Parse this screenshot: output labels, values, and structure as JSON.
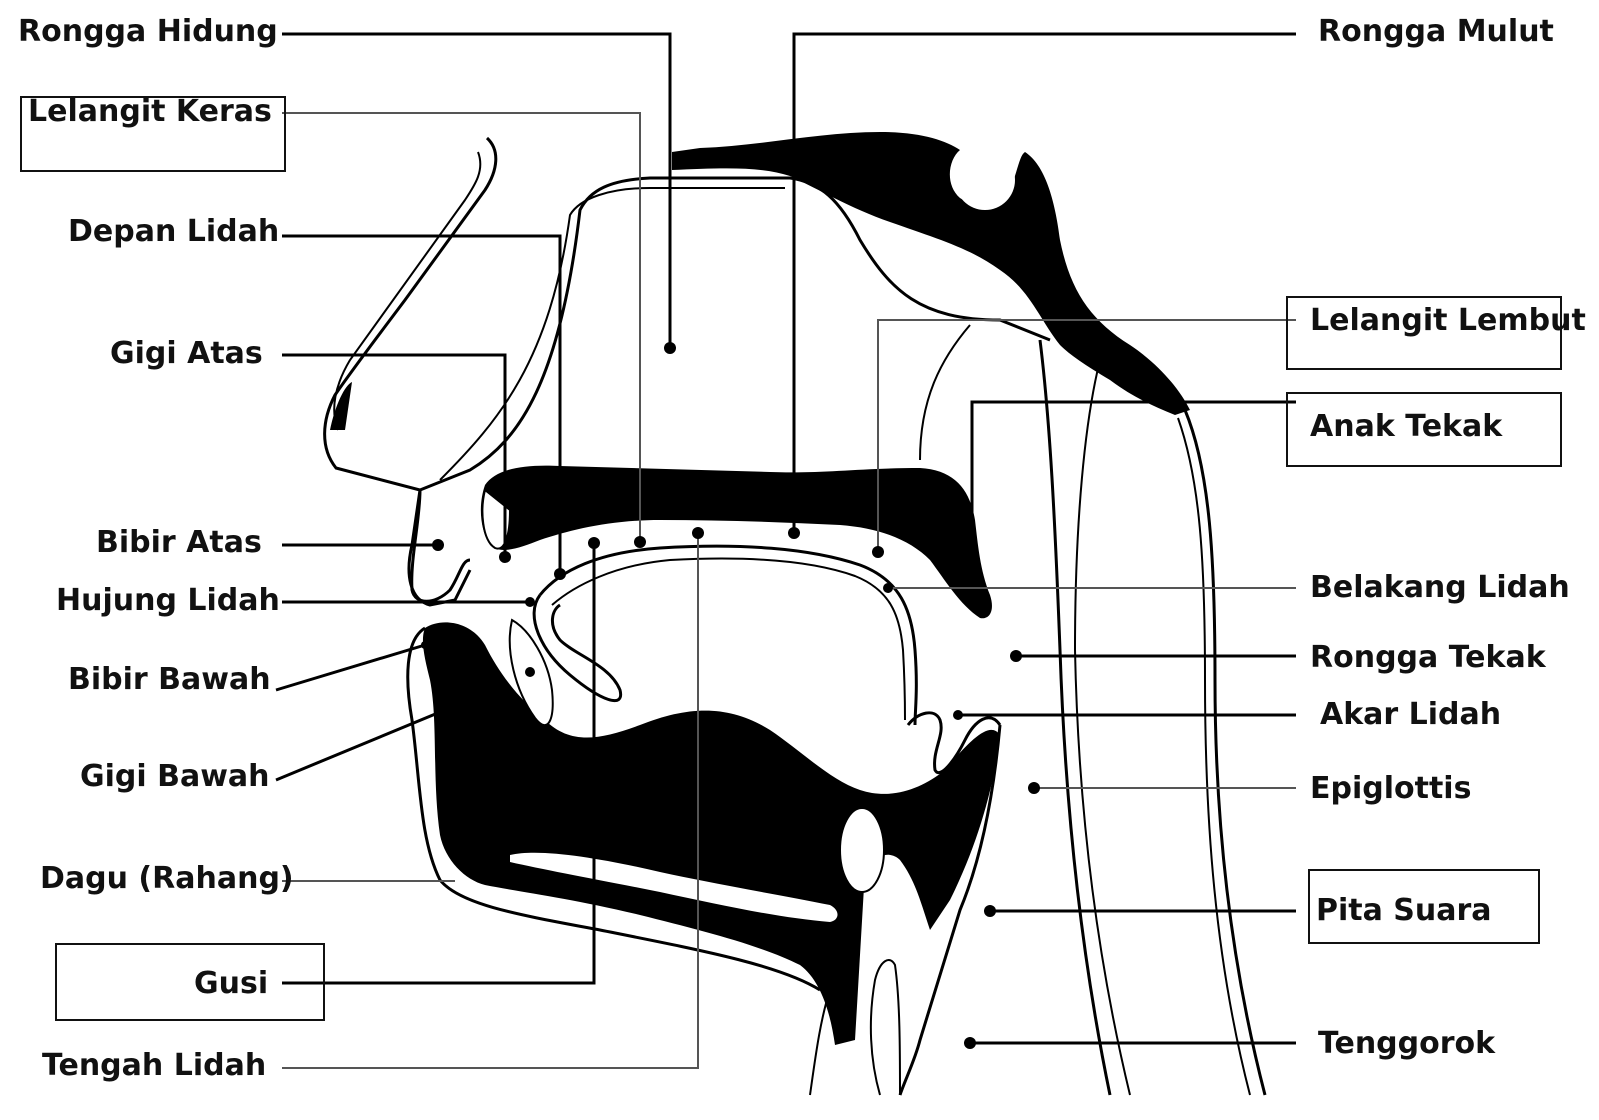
{
  "labels": {
    "rongga_hidung": "Rongga Hidung",
    "lelangit_keras": "Lelangit Keras",
    "depan_lidah": "Depan Lidah",
    "gigi_atas": "Gigi Atas",
    "bibir_atas": "Bibir Atas",
    "hujung_lidah": "Hujung Lidah",
    "bibir_bawah": "Bibir Bawah",
    "gigi_bawah": "Gigi Bawah",
    "dagu_rahang": "Dagu (Rahang)",
    "gusi": "Gusi",
    "tengah_lidah": "Tengah Lidah",
    "rongga_mulut": "Rongga Mulut",
    "lelangit_lembut": "Lelangit Lembut",
    "anak_tekak": "Anak Tekak",
    "belakang_lidah": "Belakang Lidah",
    "rongga_tekak": "Rongga Tekak",
    "akar_lidah": "Akar Lidah",
    "epiglottis": "Epiglottis",
    "pita_suara": "Pita Suara",
    "tenggorok": "Tenggorok"
  },
  "colors": {
    "ink": "#000000",
    "paper": "#ffffff",
    "leader": "#555555"
  }
}
